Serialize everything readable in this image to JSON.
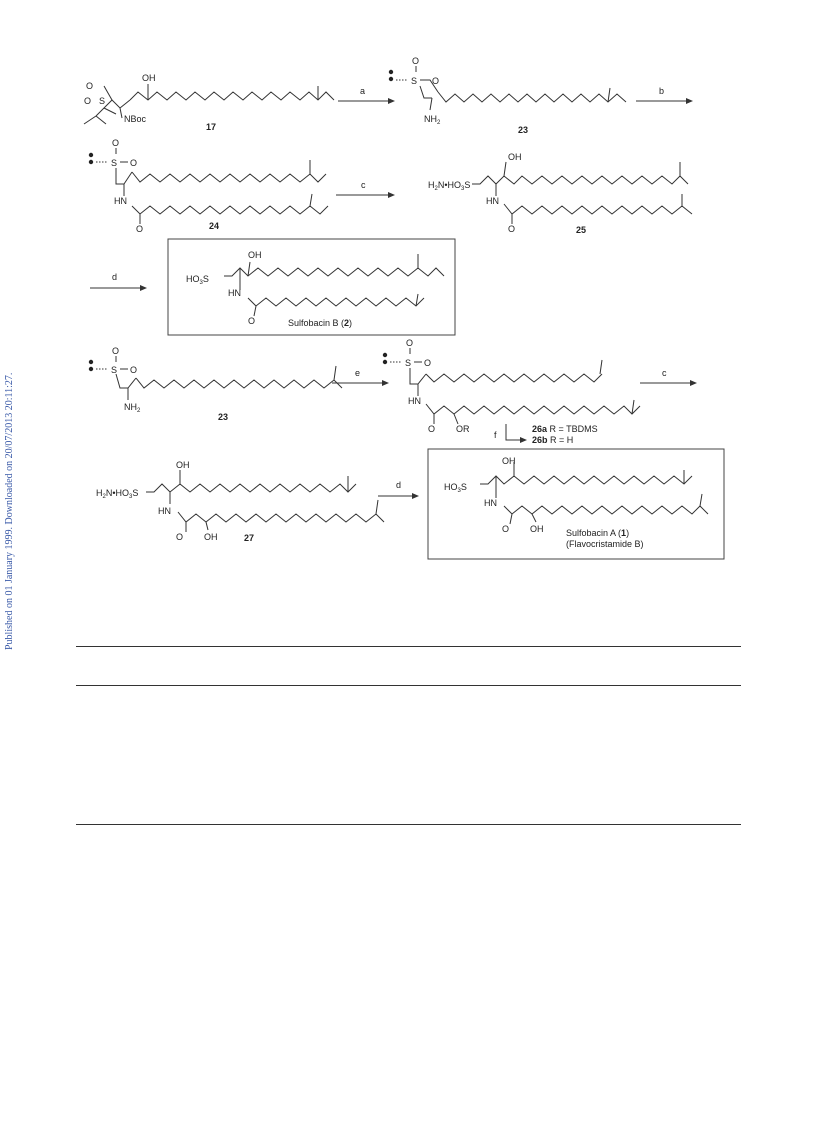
{
  "side_note": "Published on 01 January 1999. Downloaded on 20/07/2013 20:11:27.",
  "atoms": {
    "OH": "OH",
    "O": "O",
    "S": "S",
    "NBoc": "NBoc",
    "NH2_main": "NH",
    "NH2_sub": "2",
    "HN": "HN",
    "HO3S_a": "HO",
    "HO3S_sub": "3",
    "HO3S_b": "S",
    "H2N_a": "H",
    "H2N_sub": "2",
    "H2N_b": "N•HO",
    "H2N_sub2": "3",
    "H2N_c": "S",
    "OR": "OR"
  },
  "compounds": {
    "c17": "17",
    "c23": "23",
    "c24": "24",
    "c25": "25",
    "c23b": "23",
    "c27": "27"
  },
  "reagents": {
    "a": "a",
    "b": "b",
    "c": "c",
    "d": "d",
    "e": "e",
    "c2": "c",
    "f": "f",
    "d2": "d"
  },
  "sulfobacin_b": {
    "name": "Sulfobacin B (",
    "num": "2",
    "close": ")"
  },
  "sulfobacin_a": {
    "name": "Sulfobacin A (",
    "num": "1",
    "close": ")",
    "alt": "(Flavocristamide B)"
  },
  "r_groups": {
    "a_id": "26a",
    "a_val": " R = TBDMS",
    "b_id": "26b",
    "b_val": " R = H"
  }
}
